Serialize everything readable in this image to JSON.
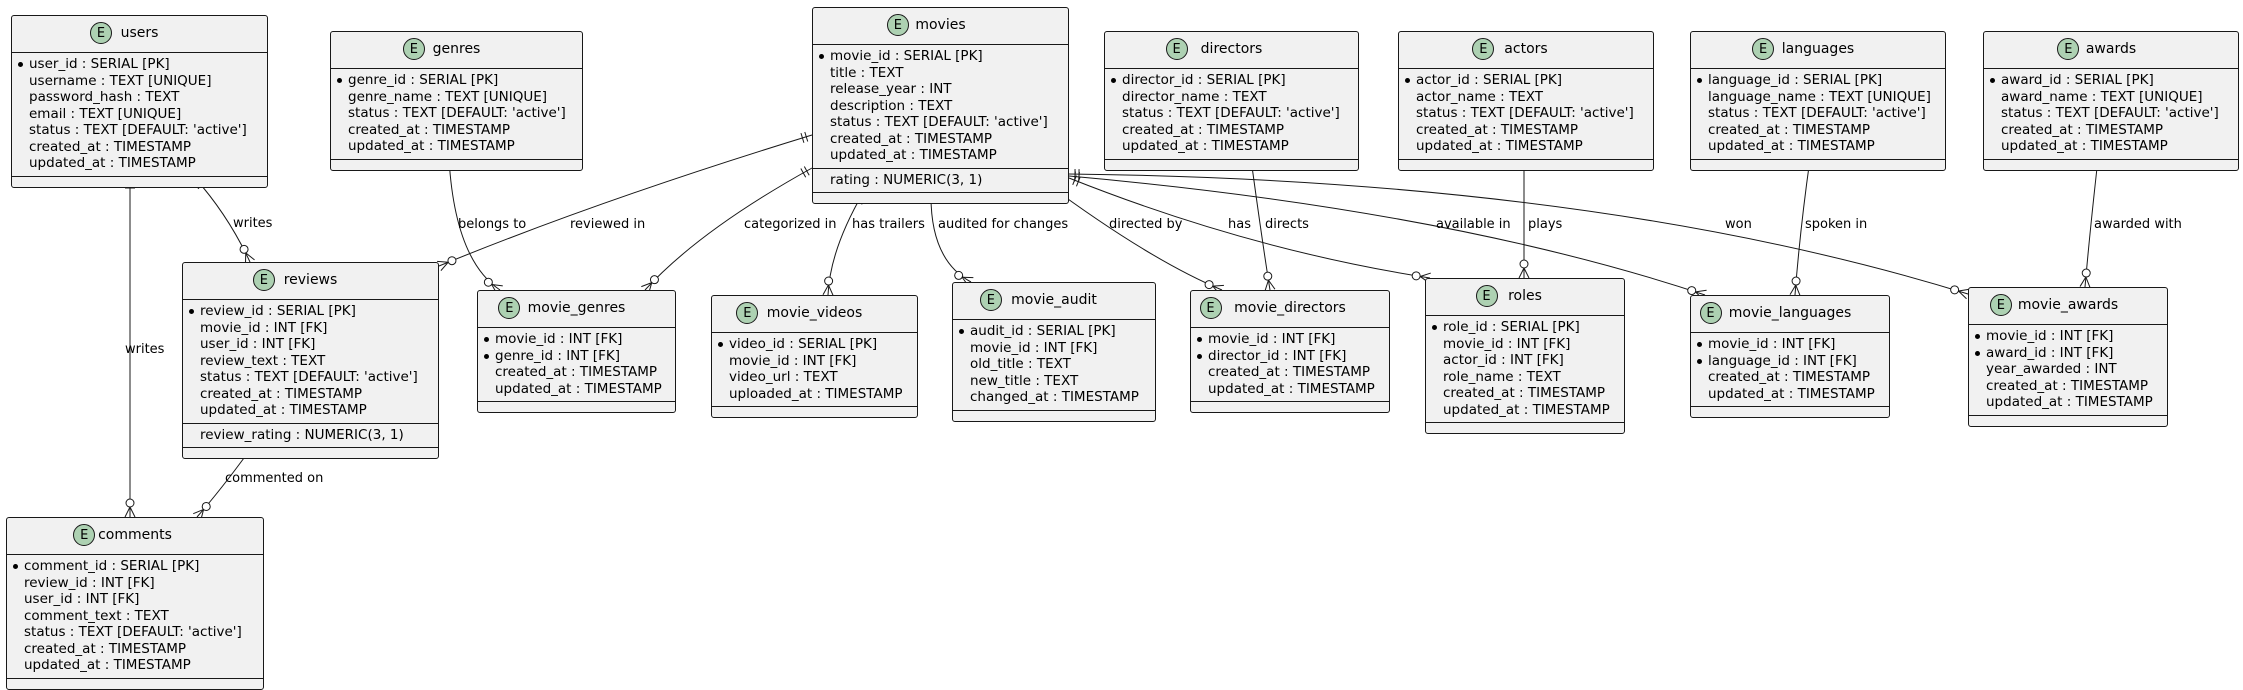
{
  "entities": [
    {
      "id": "users",
      "name": "users",
      "badge": "E",
      "groups": [
        [
          {
            "text": "user_id : SERIAL [PK]",
            "key": true
          },
          {
            "text": "username : TEXT [UNIQUE]",
            "key": false
          },
          {
            "text": "password_hash : TEXT",
            "key": false
          },
          {
            "text": "email : TEXT [UNIQUE]",
            "key": false
          },
          {
            "text": "status : TEXT [DEFAULT: 'active']",
            "key": false
          },
          {
            "text": "created_at : TIMESTAMP",
            "key": false
          },
          {
            "text": "updated_at : TIMESTAMP",
            "key": false
          }
        ]
      ]
    },
    {
      "id": "genres",
      "name": "genres",
      "badge": "E",
      "groups": [
        [
          {
            "text": "genre_id : SERIAL [PK]",
            "key": true
          },
          {
            "text": "genre_name : TEXT [UNIQUE]",
            "key": false
          },
          {
            "text": "status : TEXT [DEFAULT: 'active']",
            "key": false
          },
          {
            "text": "created_at : TIMESTAMP",
            "key": false
          },
          {
            "text": "updated_at : TIMESTAMP",
            "key": false
          }
        ]
      ]
    },
    {
      "id": "movies",
      "name": "movies",
      "badge": "E",
      "groups": [
        [
          {
            "text": "movie_id : SERIAL [PK]",
            "key": true
          },
          {
            "text": "title : TEXT",
            "key": false
          },
          {
            "text": "release_year : INT",
            "key": false
          },
          {
            "text": "description : TEXT",
            "key": false
          },
          {
            "text": "status : TEXT [DEFAULT: 'active']",
            "key": false
          },
          {
            "text": "created_at : TIMESTAMP",
            "key": false
          },
          {
            "text": "updated_at : TIMESTAMP",
            "key": false
          }
        ],
        [
          {
            "text": "rating : NUMERIC(3, 1)",
            "key": false
          }
        ]
      ]
    },
    {
      "id": "directors",
      "name": "directors",
      "badge": "E",
      "groups": [
        [
          {
            "text": "director_id : SERIAL [PK]",
            "key": true
          },
          {
            "text": "director_name : TEXT",
            "key": false
          },
          {
            "text": "status : TEXT [DEFAULT: 'active']",
            "key": false
          },
          {
            "text": "created_at : TIMESTAMP",
            "key": false
          },
          {
            "text": "updated_at : TIMESTAMP",
            "key": false
          }
        ]
      ]
    },
    {
      "id": "actors",
      "name": "actors",
      "badge": "E",
      "groups": [
        [
          {
            "text": "actor_id : SERIAL [PK]",
            "key": true
          },
          {
            "text": "actor_name : TEXT",
            "key": false
          },
          {
            "text": "status : TEXT [DEFAULT: 'active']",
            "key": false
          },
          {
            "text": "created_at : TIMESTAMP",
            "key": false
          },
          {
            "text": "updated_at : TIMESTAMP",
            "key": false
          }
        ]
      ]
    },
    {
      "id": "languages",
      "name": "languages",
      "badge": "E",
      "groups": [
        [
          {
            "text": "language_id : SERIAL [PK]",
            "key": true
          },
          {
            "text": "language_name : TEXT [UNIQUE]",
            "key": false
          },
          {
            "text": "status : TEXT [DEFAULT: 'active']",
            "key": false
          },
          {
            "text": "created_at : TIMESTAMP",
            "key": false
          },
          {
            "text": "updated_at : TIMESTAMP",
            "key": false
          }
        ]
      ]
    },
    {
      "id": "awards",
      "name": "awards",
      "badge": "E",
      "groups": [
        [
          {
            "text": "award_id : SERIAL [PK]",
            "key": true
          },
          {
            "text": "award_name : TEXT [UNIQUE]",
            "key": false
          },
          {
            "text": "status : TEXT [DEFAULT: 'active']",
            "key": false
          },
          {
            "text": "created_at : TIMESTAMP",
            "key": false
          },
          {
            "text": "updated_at : TIMESTAMP",
            "key": false
          }
        ]
      ]
    },
    {
      "id": "reviews",
      "name": "reviews",
      "badge": "E",
      "groups": [
        [
          {
            "text": "review_id : SERIAL [PK]",
            "key": true
          },
          {
            "text": "movie_id : INT [FK]",
            "key": false
          },
          {
            "text": "user_id : INT [FK]",
            "key": false
          },
          {
            "text": "review_text : TEXT",
            "key": false
          },
          {
            "text": "status : TEXT [DEFAULT: 'active']",
            "key": false
          },
          {
            "text": "created_at : TIMESTAMP",
            "key": false
          },
          {
            "text": "updated_at : TIMESTAMP",
            "key": false
          }
        ],
        [
          {
            "text": "review_rating : NUMERIC(3, 1)",
            "key": false
          }
        ]
      ]
    },
    {
      "id": "movie_genres",
      "name": "movie_genres",
      "badge": "E",
      "groups": [
        [
          {
            "text": "movie_id : INT [FK]",
            "key": true
          },
          {
            "text": "genre_id : INT [FK]",
            "key": true
          },
          {
            "text": "created_at : TIMESTAMP",
            "key": false
          },
          {
            "text": "updated_at : TIMESTAMP",
            "key": false
          }
        ]
      ]
    },
    {
      "id": "movie_videos",
      "name": "movie_videos",
      "badge": "E",
      "groups": [
        [
          {
            "text": "video_id : SERIAL [PK]",
            "key": true
          },
          {
            "text": "movie_id : INT [FK]",
            "key": false
          },
          {
            "text": "video_url : TEXT",
            "key": false
          },
          {
            "text": "uploaded_at : TIMESTAMP",
            "key": false
          }
        ]
      ]
    },
    {
      "id": "movie_audit",
      "name": "movie_audit",
      "badge": "E",
      "groups": [
        [
          {
            "text": "audit_id : SERIAL [PK]",
            "key": true
          },
          {
            "text": "movie_id : INT [FK]",
            "key": false
          },
          {
            "text": "old_title : TEXT",
            "key": false
          },
          {
            "text": "new_title : TEXT",
            "key": false
          },
          {
            "text": "changed_at : TIMESTAMP",
            "key": false
          }
        ]
      ]
    },
    {
      "id": "movie_directors",
      "name": "movie_directors",
      "badge": "E",
      "groups": [
        [
          {
            "text": "movie_id : INT [FK]",
            "key": true
          },
          {
            "text": "director_id : INT [FK]",
            "key": true
          },
          {
            "text": "created_at : TIMESTAMP",
            "key": false
          },
          {
            "text": "updated_at : TIMESTAMP",
            "key": false
          }
        ]
      ]
    },
    {
      "id": "roles",
      "name": "roles",
      "badge": "E",
      "groups": [
        [
          {
            "text": "role_id : SERIAL [PK]",
            "key": true
          },
          {
            "text": "movie_id : INT [FK]",
            "key": false
          },
          {
            "text": "actor_id : INT [FK]",
            "key": false
          },
          {
            "text": "role_name : TEXT",
            "key": false
          },
          {
            "text": "created_at : TIMESTAMP",
            "key": false
          },
          {
            "text": "updated_at : TIMESTAMP",
            "key": false
          }
        ]
      ]
    },
    {
      "id": "movie_languages",
      "name": "movie_languages",
      "badge": "E",
      "groups": [
        [
          {
            "text": "movie_id : INT [FK]",
            "key": true
          },
          {
            "text": "language_id : INT [FK]",
            "key": true
          },
          {
            "text": "created_at : TIMESTAMP",
            "key": false
          },
          {
            "text": "updated_at : TIMESTAMP",
            "key": false
          }
        ]
      ]
    },
    {
      "id": "movie_awards",
      "name": "movie_awards",
      "badge": "E",
      "groups": [
        [
          {
            "text": "movie_id : INT [FK]",
            "key": true
          },
          {
            "text": "award_id : INT [FK]",
            "key": true
          },
          {
            "text": "year_awarded : INT",
            "key": false
          },
          {
            "text": "created_at : TIMESTAMP",
            "key": false
          },
          {
            "text": "updated_at : TIMESTAMP",
            "key": false
          }
        ]
      ]
    },
    {
      "id": "comments",
      "name": "comments",
      "badge": "E",
      "groups": [
        [
          {
            "text": "comment_id : SERIAL [PK]",
            "key": true
          },
          {
            "text": "review_id : INT [FK]",
            "key": false
          },
          {
            "text": "user_id : INT [FK]",
            "key": false
          },
          {
            "text": "comment_text : TEXT",
            "key": false
          },
          {
            "text": "status : TEXT [DEFAULT: 'active']",
            "key": false
          },
          {
            "text": "created_at : TIMESTAMP",
            "key": false
          },
          {
            "text": "updated_at : TIMESTAMP",
            "key": false
          }
        ]
      ]
    }
  ],
  "relations": [
    {
      "from": "users",
      "to": "reviews",
      "label": "writes"
    },
    {
      "from": "users",
      "to": "comments",
      "label": "writes"
    },
    {
      "from": "genres",
      "to": "movie_genres",
      "label": "belongs to"
    },
    {
      "from": "movies",
      "to": "reviews",
      "label": "reviewed in"
    },
    {
      "from": "movies",
      "to": "movie_genres",
      "label": "categorized in"
    },
    {
      "from": "movies",
      "to": "movie_videos",
      "label": "has trailers"
    },
    {
      "from": "movies",
      "to": "movie_audit",
      "label": "audited for changes"
    },
    {
      "from": "movies",
      "to": "movie_directors",
      "label": "directed by"
    },
    {
      "from": "movies",
      "to": "roles",
      "label": "has"
    },
    {
      "from": "movies",
      "to": "movie_languages",
      "label": "available in"
    },
    {
      "from": "movies",
      "to": "movie_awards",
      "label": "won"
    },
    {
      "from": "directors",
      "to": "movie_directors",
      "label": "directs"
    },
    {
      "from": "actors",
      "to": "roles",
      "label": "plays"
    },
    {
      "from": "languages",
      "to": "movie_languages",
      "label": "spoken in"
    },
    {
      "from": "awards",
      "to": "movie_awards",
      "label": "awarded with"
    },
    {
      "from": "reviews",
      "to": "comments",
      "label": "commented on"
    }
  ]
}
